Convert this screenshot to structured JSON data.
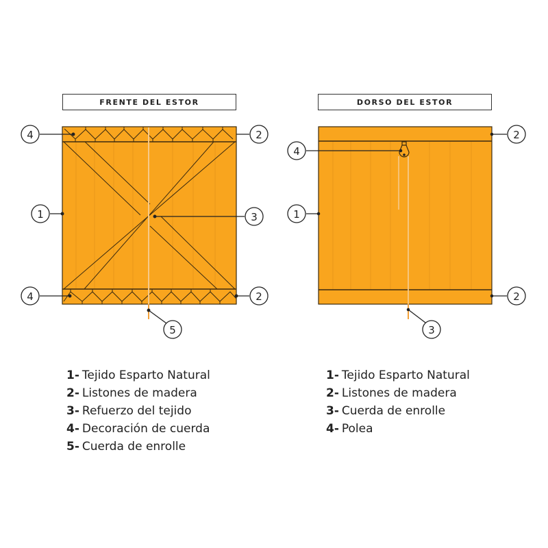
{
  "panels": {
    "front": {
      "title": "FRENTE DEL ESTOR",
      "callouts": [
        "1",
        "2",
        "2",
        "3",
        "4",
        "4",
        "5"
      ]
    },
    "back": {
      "title": "DORSO DEL ESTOR",
      "callouts": [
        "1",
        "2",
        "2",
        "3",
        "4"
      ]
    }
  },
  "colors": {
    "fabric": "#F9A51E",
    "stripe": "#E9981A",
    "outline": "#3a2a10",
    "cord": "#F6C98A",
    "text": "#222222"
  },
  "callout_labels": {
    "front_1": "1",
    "front_2_top": "2",
    "front_2_bottom": "2",
    "front_3": "3",
    "front_4_top": "4",
    "front_4_bottom": "4",
    "front_5": "5",
    "back_1": "1",
    "back_2_top": "2",
    "back_2_bottom": "2",
    "back_3": "3",
    "back_4": "4"
  },
  "legend": {
    "front": [
      {
        "num": "1-",
        "label": "Tejido Esparto Natural"
      },
      {
        "num": "2-",
        "label": "Listones de madera"
      },
      {
        "num": "3-",
        "label": "Refuerzo del tejido"
      },
      {
        "num": "4-",
        "label": "Decoración de cuerda"
      },
      {
        "num": "5-",
        "label": "Cuerda de enrolle"
      }
    ],
    "back": [
      {
        "num": "1-",
        "label": "Tejido Esparto Natural"
      },
      {
        "num": "2-",
        "label": "Listones de madera"
      },
      {
        "num": "3-",
        "label": "Cuerda de enrolle"
      },
      {
        "num": "4-",
        "label": "Polea"
      }
    ]
  }
}
